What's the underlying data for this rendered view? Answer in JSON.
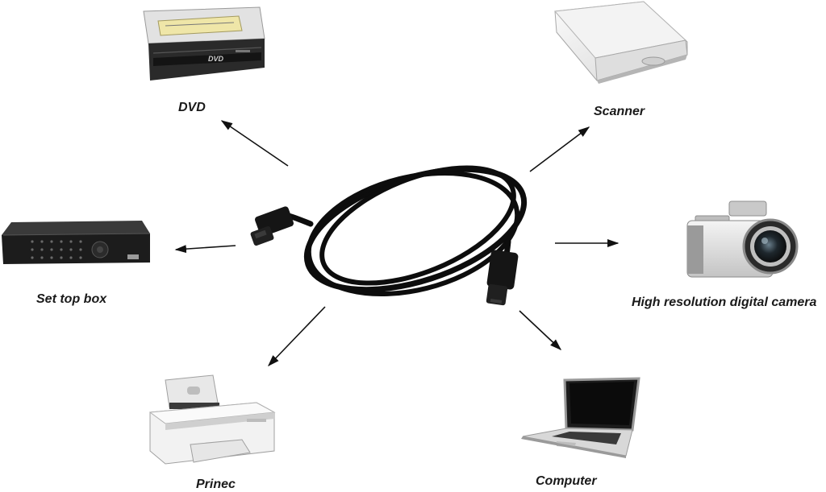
{
  "devices": {
    "dvd": "DVD",
    "scanner": "Scanner",
    "set_top_box": "Set top box",
    "camera": "High resolution digital camera",
    "printer": "Prinec",
    "computer": "Computer"
  },
  "dvd_logo": "DVD",
  "colors": {
    "arrow": "#111111",
    "cable": "#0d0d0d",
    "label": "#1a1a1a"
  }
}
